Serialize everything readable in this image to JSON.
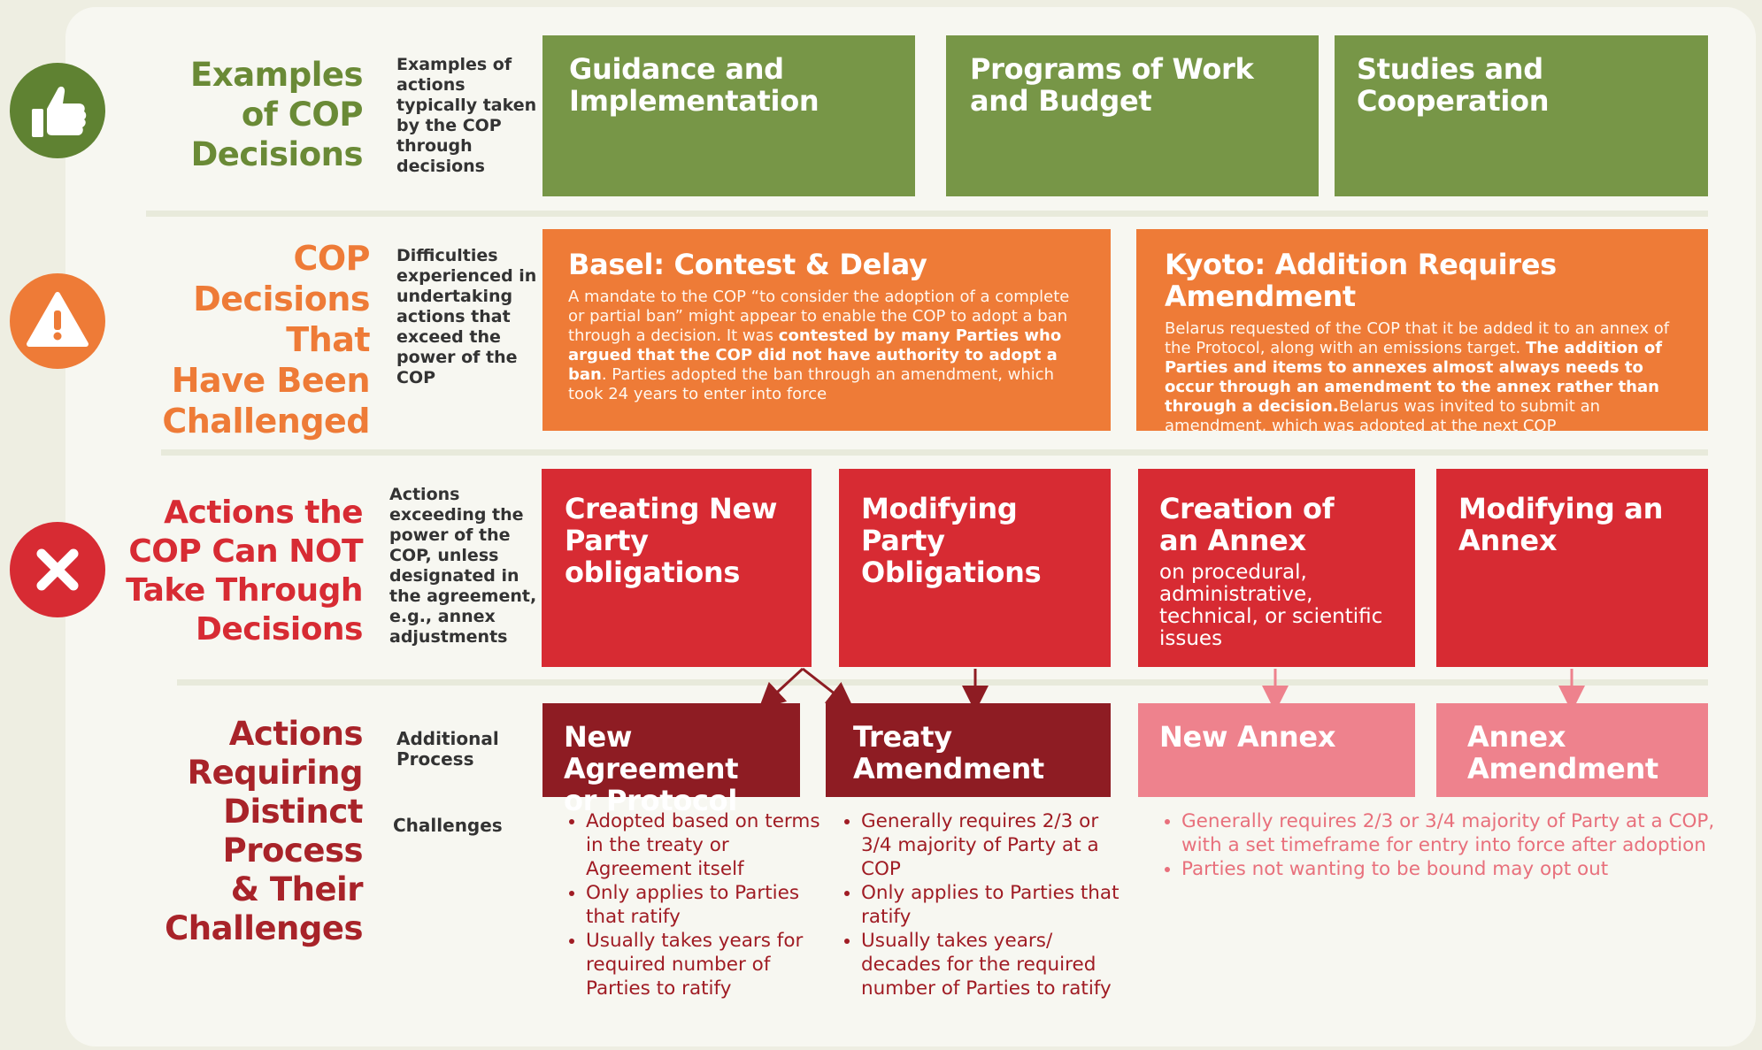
{
  "rows": {
    "examples": {
      "title": "Examples\nof COP\nDecisions",
      "description": "Examples of\nactions\ntypically taken\nby the COP\nthrough\ndecisions",
      "icon": "thumbs-up-icon",
      "color": "#6a8a36",
      "boxes": [
        {
          "title": "Guidance and\nImplementation"
        },
        {
          "title": "Programs of Work\nand Budget"
        },
        {
          "title": "Studies and\nCooperation"
        }
      ]
    },
    "challenged": {
      "title": "COP\nDecisions That\nHave Been\nChallenged",
      "description": "Difficulties\nexperienced in\nundertaking\nactions that\nexceed the\npower of the\nCOP",
      "icon": "warning-icon",
      "color": "#ee7b37",
      "basel": {
        "title": "Basel: Contest & Delay",
        "text_1": "A  mandate to the COP “to consider the adoption of a complete or partial ban” might appear to enable the COP to adopt a ban through a decision. It was ",
        "text_bold": "contested by many Parties who  argued that the COP did not have authority to adopt a ban",
        "text_2": ". Parties adopted the ban through an amendment, which took 24 years to enter  into force"
      },
      "kyoto": {
        "title": "Kyoto: Addition Requires Amendment",
        "text_1": "Belarus requested of the COP that it be added it to an annex of the Protocol, along with an emissions target. ",
        "text_bold": "The addition of Parties and items to annexes almost always needs to occur through an amendment to the annex rather than through a decision.",
        "text_2": "Belarus was invited to submit an amendment, which was adopted at the next COP"
      }
    },
    "cannot": {
      "title": "Actions the\nCOP Can NOT\nTake Through\nDecisions",
      "description": "Actions\nexceeding the\npower of the\nCOP, unless\ndesignated in\nthe agreement,\ne.g., annex\nadjustments",
      "icon": "close-x-icon",
      "color": "#d72b33",
      "boxes": [
        {
          "title": "Creating New\nParty\nobligations",
          "sub": ""
        },
        {
          "title": "Modifying\nParty\nObligations",
          "sub": ""
        },
        {
          "title": "Creation of\nan Annex",
          "sub": "on procedural,\nadministrative,\ntechnical, or scientific\nissues"
        },
        {
          "title": "Modifying an\nAnnex",
          "sub": ""
        }
      ]
    },
    "distinct": {
      "title": "Actions\nRequiring\nDistinct\nProcess\n& Their\nChallenges",
      "process_label": "Additional\nProcess",
      "challenges_label": "Challenges",
      "color": "#a82329",
      "boxes": [
        {
          "title": "New Agreement\nor Protocol"
        },
        {
          "title": "Treaty\nAmendment"
        },
        {
          "title": "New Annex"
        },
        {
          "title": "Annex\nAmendment"
        }
      ],
      "challenges": {
        "agreement": [
          "Adopted based on terms in the treaty or Agreement itself",
          "Only applies to Parties that ratify",
          "Usually takes years for required number of Parties to ratify"
        ],
        "amendment": [
          "Generally requires 2/3 or 3/4 majority of Party  at a COP",
          "Only applies to Parties that ratify",
          "Usually takes years/ decades for  the required number of Parties to ratify"
        ],
        "annex": [
          "Generally requires 2/3 or 3/4 majority of Party at a COP, with a set timeframe for entry into force after adoption",
          "Parties not wanting to be bound may opt out"
        ]
      }
    }
  },
  "colors": {
    "green": "#779647",
    "orange": "#ee7b37",
    "red": "#d72b33",
    "dark_red": "#8e1c23",
    "pink": "#ee828d",
    "pink_text": "#e8707c",
    "bullet_text": "#a01c24"
  }
}
